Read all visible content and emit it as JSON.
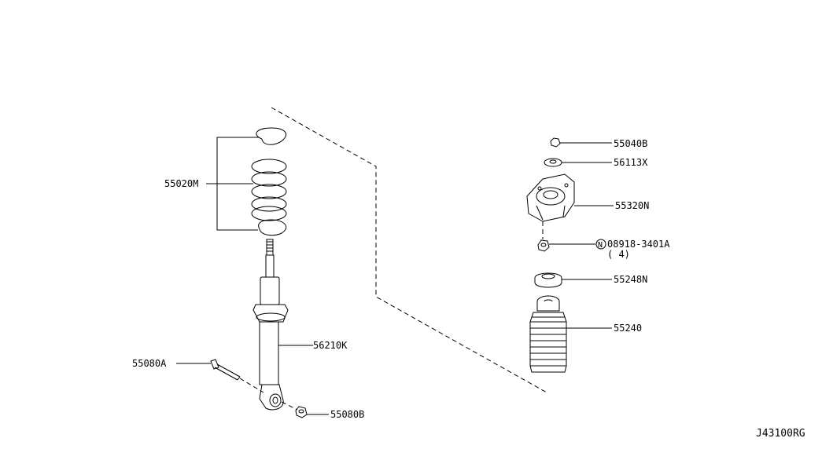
{
  "diagram": {
    "callouts": {
      "spring": "55020M",
      "shock_absorber": "56210K",
      "bolt": "55080A",
      "nut_lower": "55080B",
      "nut_top": "55040B",
      "washer": "56113X",
      "mount_insulator": "55320N",
      "mount_nut": "08918-3401A",
      "mount_nut_marker": "N",
      "mount_nut_qty": "( 4)",
      "bound_bumper": "55248N",
      "dust_cover": "55240"
    },
    "drawing_code": "J43100RG"
  }
}
